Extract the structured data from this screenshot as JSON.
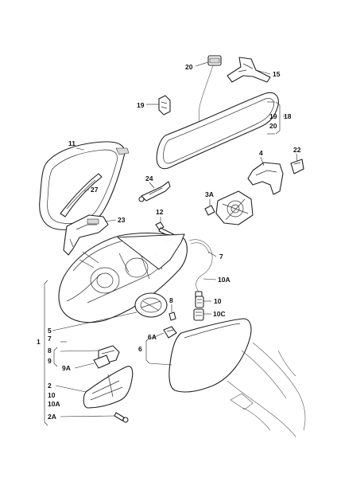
{
  "callouts": {
    "c20_top": "20",
    "c15": "15",
    "c19_left": "19",
    "c19_right": "19",
    "c20_right": "20",
    "c18": "18",
    "c11": "11",
    "c4": "4",
    "c22": "22",
    "c27": "27",
    "c24": "24",
    "c3A": "3A",
    "c23": "23",
    "c12": "12",
    "c7": "7",
    "c10A": "10A",
    "c10": "10",
    "c8_mid": "8",
    "c10C": "10C",
    "c5": "5",
    "c7_list": "7",
    "c1": "1",
    "c8_list": "8",
    "c6A": "6A",
    "c6": "6",
    "c9": "9",
    "c9A": "9A",
    "c2": "2",
    "c10_list": "10",
    "c10A_list": "10A",
    "c2A": "2A"
  }
}
